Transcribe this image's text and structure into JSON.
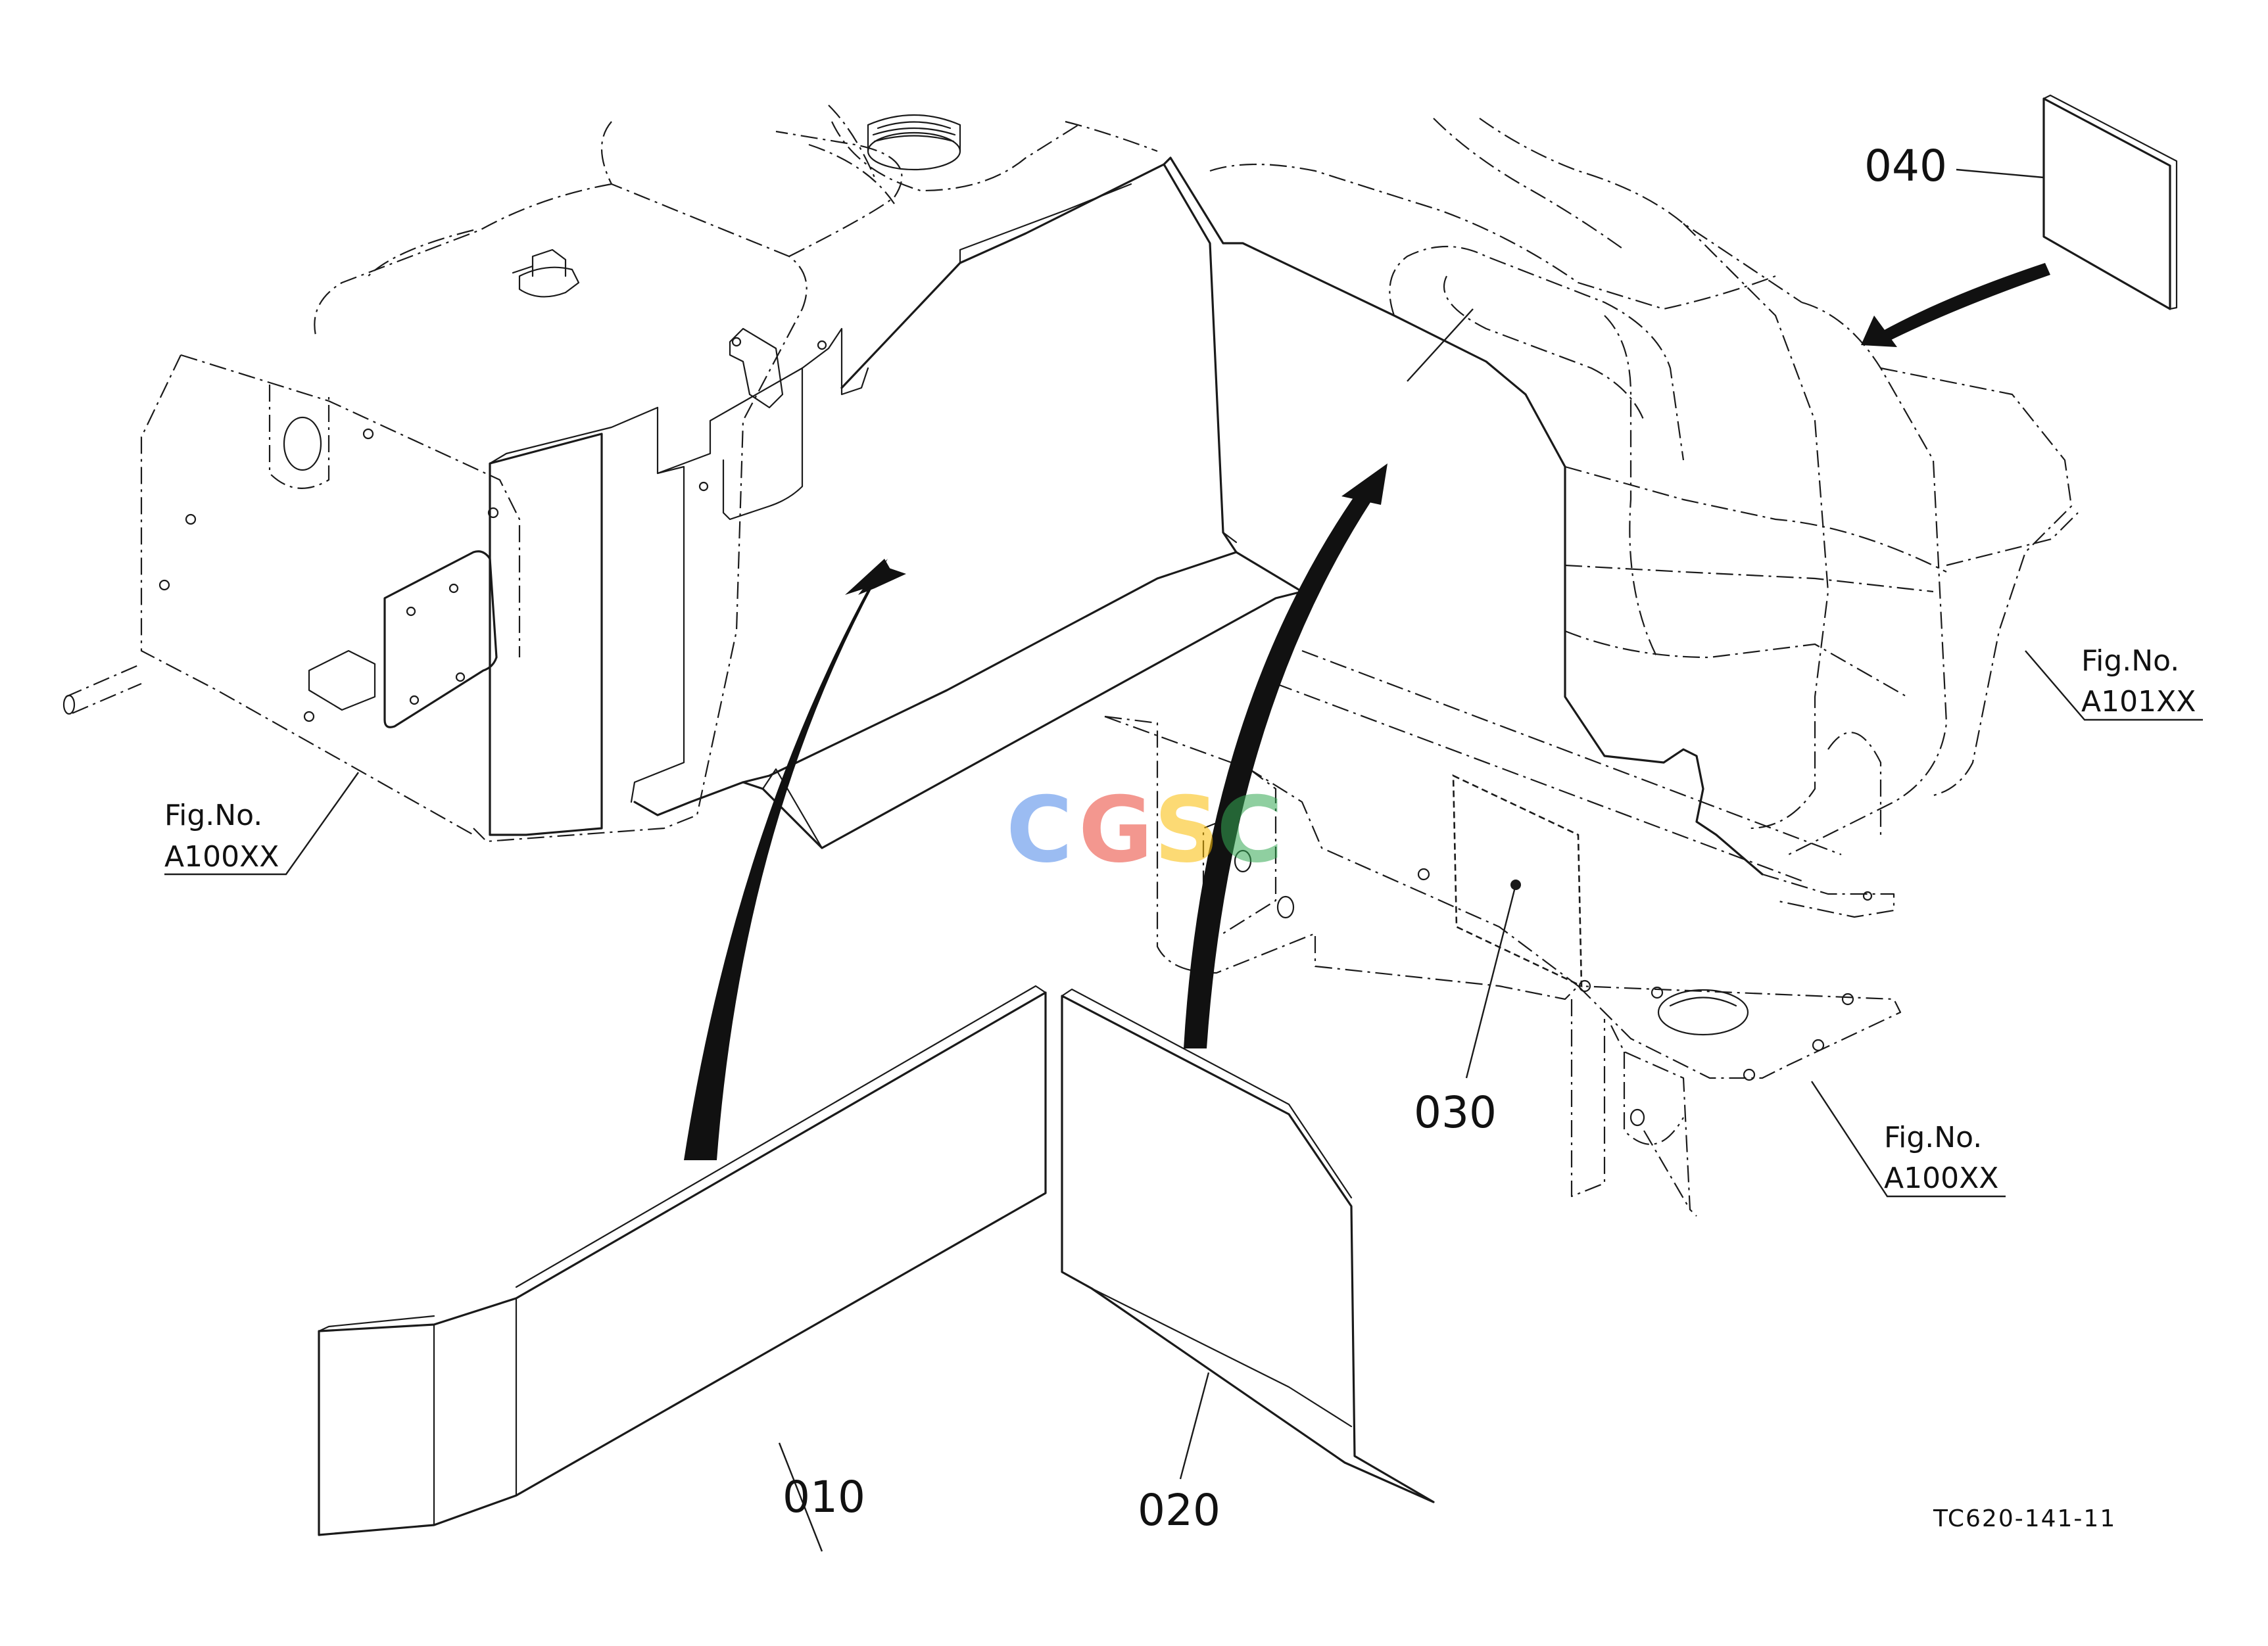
{
  "drawing": {
    "code": "TC620-141-11",
    "watermark": [
      "C",
      "G",
      "S",
      "C"
    ],
    "watermark_colors": [
      "#4a86e8",
      "#ea4335",
      "#fbbc04",
      "#34a853"
    ]
  },
  "callouts": [
    {
      "id": "010",
      "label": "010"
    },
    {
      "id": "020",
      "label": "020"
    },
    {
      "id": "030",
      "label": "030"
    },
    {
      "id": "040",
      "label": "040"
    }
  ],
  "figure_refs": [
    {
      "fig": "Fig.No.",
      "ref": "A100XX"
    },
    {
      "fig": "Fig.No.",
      "ref": "A101XX"
    },
    {
      "fig": "Fig.No.",
      "ref": "A100XX"
    }
  ]
}
